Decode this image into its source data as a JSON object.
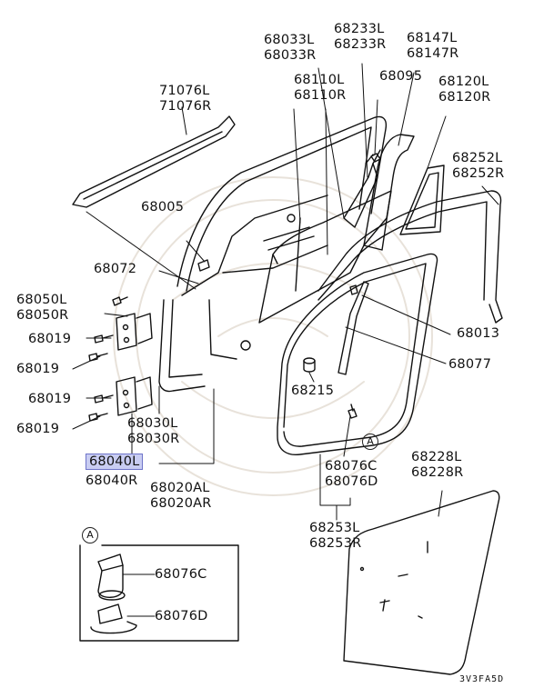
{
  "callout_letter": "A",
  "diagram_code": "3V3FA5D",
  "highlight_color": "#c9cdf2",
  "labels": {
    "p71076": [
      "71076L",
      "71076R"
    ],
    "p68033": [
      "68033L",
      "68033R"
    ],
    "p68233": [
      "68233L",
      "68233R"
    ],
    "p68147": [
      "68147L",
      "68147R"
    ],
    "p68095": [
      "68095"
    ],
    "p68110": [
      "68110L",
      "68110R"
    ],
    "p68120": [
      "68120L",
      "68120R"
    ],
    "p68252": [
      "68252L",
      "68252R"
    ],
    "p68005": [
      "68005"
    ],
    "p68072": [
      "68072"
    ],
    "p68050": [
      "68050L",
      "68050R"
    ],
    "p68019": "68019",
    "p68013": [
      "68013"
    ],
    "p68077": [
      "68077"
    ],
    "p68215": [
      "68215"
    ],
    "p68030": [
      "68030L",
      "68030R"
    ],
    "p68040": [
      "68040L",
      "68040R"
    ],
    "p68020": [
      "68020AL",
      "68020AR"
    ],
    "p68076": [
      "68076C",
      "68076D"
    ],
    "p68228": [
      "68228L",
      "68228R"
    ],
    "p68253": [
      "68253L",
      "68253R"
    ],
    "detail": [
      "68076C",
      "68076D"
    ]
  }
}
